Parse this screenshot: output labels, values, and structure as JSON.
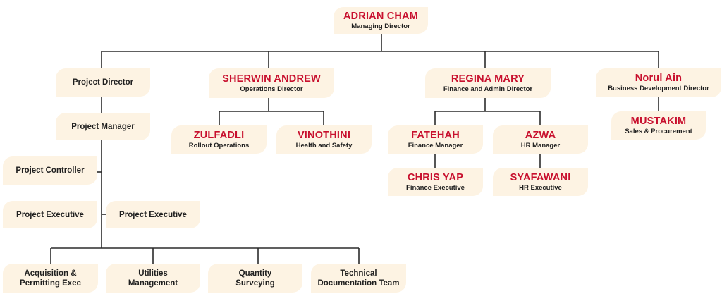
{
  "md": {
    "name": "ADRIAN CHAM",
    "title": "Managing Director"
  },
  "ops": {
    "name": "SHERWIN ANDREW",
    "title": "Operations Director"
  },
  "fin": {
    "name": "REGINA MARY",
    "title": "Finance and Admin Director"
  },
  "bd": {
    "name": "Norul Ain",
    "title": "Business Development Director"
  },
  "zulfadli": {
    "name": "ZULFADLI",
    "title": "Rollout Operations"
  },
  "vinothini": {
    "name": "VINOTHINI",
    "title": "Health and Safety"
  },
  "fatehah": {
    "name": "FATEHAH",
    "title": "Finance Manager"
  },
  "azwa": {
    "name": "AZWA",
    "title": "HR Manager"
  },
  "chrisyap": {
    "name": "CHRIS YAP",
    "title": "Finance Executive"
  },
  "syafawani": {
    "name": "SYAFAWANI",
    "title": "HR Executive"
  },
  "mustakim": {
    "name": "MUSTAKIM",
    "title": "Sales & Procurement"
  },
  "roles": {
    "project_director": "Project Director",
    "project_manager": "Project Manager",
    "project_controller": "Project Controller",
    "project_executive_1": "Project Executive",
    "project_executive_2": "Project Executive"
  },
  "teams": {
    "acquisition_l1": "Acquisition &",
    "acquisition_l2": "Permitting Exec",
    "utilities_l1": "Utilities",
    "utilities_l2": "Management",
    "quantity_l1": "Quantity",
    "quantity_l2": "Surveying",
    "technical_l1": "Technical",
    "technical_l2": "Documentation Team"
  },
  "colors": {
    "name_red": "#c8102e",
    "box_bg": "#fdf3e3",
    "line": "#2b2b2b"
  }
}
